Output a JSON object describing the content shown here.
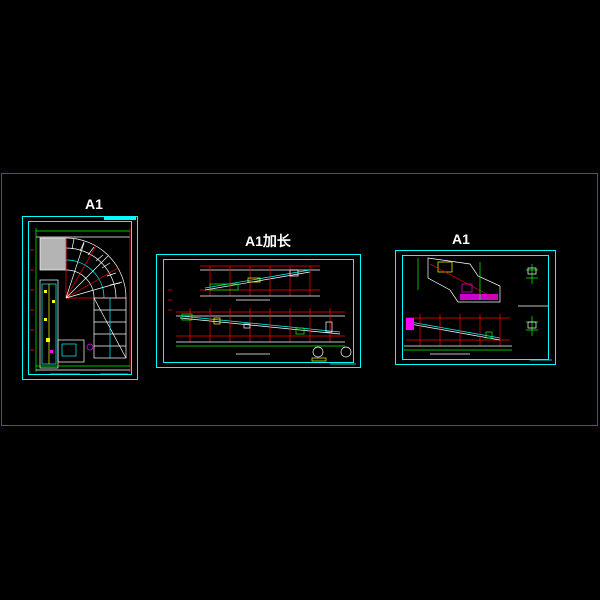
{
  "sheets": [
    {
      "label": "A1"
    },
    {
      "label": "A1加长"
    },
    {
      "label": "A1"
    }
  ],
  "colors": {
    "background": "#000000",
    "outer_frame": "#c800c8",
    "sheet_frame": "#00ffff",
    "dimension_red": "#ff0000",
    "green": "#00ff00",
    "yellow": "#ffff00",
    "magenta": "#ff00ff",
    "white": "#ffffff"
  }
}
